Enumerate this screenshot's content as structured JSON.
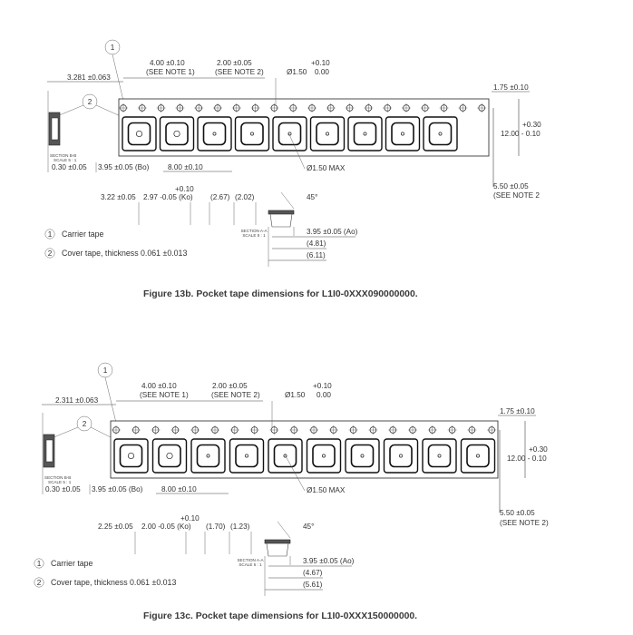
{
  "figures": [
    {
      "id": "13b",
      "callout_1": "1",
      "callout_2": "2",
      "dim_left_offset": "3.281 ±0.063",
      "dim_pitch": "4.00 ±0.10",
      "dim_pitch_note": "(SEE NOTE 1)",
      "dim_pocket_pitch": "2.00 ±0.05",
      "dim_pocket_pitch_note": "(SEE NOTE 2)",
      "dim_hole_tol_plus": "+0.10",
      "dim_hole_dia": "Ø1.50",
      "dim_hole_tol_minus": "0.00",
      "dim_top_edge": "1.75 ±0.10",
      "dim_width_tol_plus": "+0.30",
      "dim_width": "12.00 - 0.10",
      "dim_section_b": "SECTION B-B",
      "dim_section_b_scale": "SCALE 5 : 1",
      "dim_thickness": "0.30 ±0.05",
      "dim_bo": "3.95 ±0.05 (Bo)",
      "dim_p1": "8.00 ±0.10",
      "dim_pocket_hole": "Ø1.50 MAX",
      "dim_right_bottom": "5.50 ±0.05",
      "dim_right_bottom_note": "(SEE NOTE 2",
      "dim_ko_tol_plus": "+0.10",
      "dim_ko_left": "3.22 ±0.05",
      "dim_ko": "2.97 -0.05 (Ko)",
      "dim_ref_a": "(2.67)",
      "dim_ref_b": "(2.02)",
      "dim_angle": "45°",
      "dim_ao": "3.95 ±0.05 (Ao)",
      "dim_ref_c": "(4.81)",
      "dim_ref_d": "(6.11)",
      "dim_section_a": "SECTION A-A",
      "dim_section_a_scale": "SCALE 5 : 1",
      "legend_1": "Carrier tape",
      "legend_2": "Cover tape, thickness 0.061 ±0.013",
      "caption": "Figure 13b. Pocket tape dimensions for L1I0-0XXX090000000."
    },
    {
      "id": "13c",
      "callout_1": "1",
      "callout_2": "2",
      "dim_left_offset": "2.311 ±0.063",
      "dim_pitch": "4.00 ±0.10",
      "dim_pitch_note": "(SEE NOTE 1)",
      "dim_pocket_pitch": "2.00 ±0.05",
      "dim_pocket_pitch_note": "(SEE NOTE 2)",
      "dim_hole_tol_plus": "+0.10",
      "dim_hole_dia": "Ø1.50",
      "dim_hole_tol_minus": "0.00",
      "dim_top_edge": "1.75 ±0.10",
      "dim_width_tol_plus": "+0.30",
      "dim_width": "12.00 - 0.10",
      "dim_section_b": "SECTION B-B",
      "dim_section_b_scale": "SCALE 5 : 1",
      "dim_thickness": "0.30 ±0.05",
      "dim_bo": "3.95 ±0.05 (Bo)",
      "dim_p1": "8.00 ±0.10",
      "dim_pocket_hole": "Ø1.50 MAX",
      "dim_right_bottom": "5.50 ±0.05",
      "dim_right_bottom_note": "(SEE NOTE 2)",
      "dim_ko_tol_plus": "+0.10",
      "dim_ko_left": "2.25 ±0.05",
      "dim_ko": "2.00 -0.05 (Ko)",
      "dim_ref_a": "(1.70)",
      "dim_ref_b": "(1.23)",
      "dim_angle": "45°",
      "dim_ao": "3.95 ±0.05 (Ao)",
      "dim_ref_c": "(4.67)",
      "dim_ref_d": "(5.61)",
      "dim_section_a": "SECTION A-A",
      "dim_section_a_scale": "SCALE 5 : 1",
      "legend_1": "Carrier tape",
      "legend_2": "Cover tape, thickness 0.061 ±0.013",
      "caption": "Figure 13c. Pocket tape dimensions for L1I0-0XXX150000000."
    }
  ]
}
